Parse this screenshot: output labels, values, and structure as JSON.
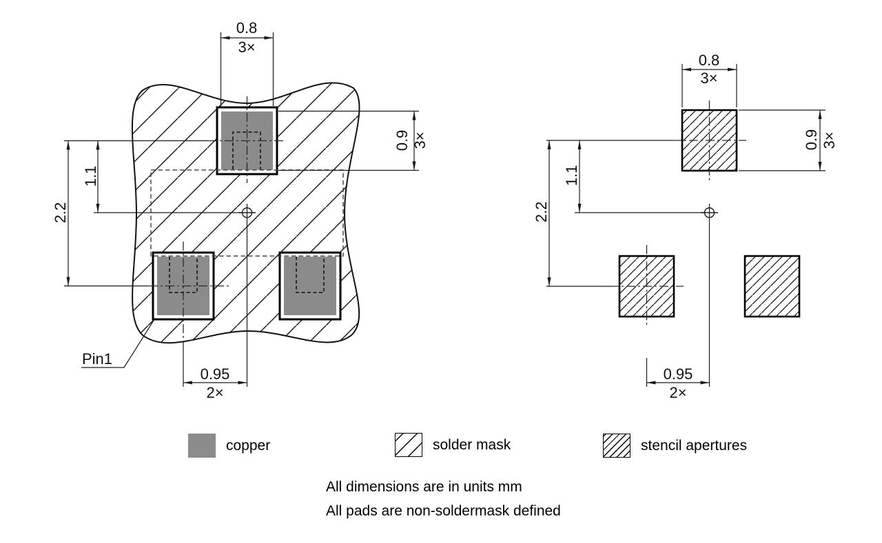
{
  "colors": {
    "copper": "#8b8b8b",
    "line": "#000000",
    "background": "#ffffff"
  },
  "land_pattern": {
    "pin1_label": "Pin1",
    "pad_width": "0.8",
    "pad_width_count": "3×",
    "pad_height": "0.9",
    "pad_height_count": "3×",
    "half_pitch": "1.1",
    "vertical_pitch": "2.2",
    "horizontal_pitch": "0.95",
    "horizontal_pitch_count": "2×"
  },
  "stencil_pattern": {
    "aperture_width": "0.8",
    "aperture_width_count": "3×",
    "aperture_height": "0.9",
    "aperture_height_count": "3×",
    "half_pitch": "1.1",
    "vertical_pitch": "2.2",
    "horizontal_pitch": "0.95",
    "horizontal_pitch_count": "2×"
  },
  "legend": {
    "copper_label": "copper",
    "solder_mask_label": "solder mask",
    "stencil_apertures_label": "stencil apertures"
  },
  "notes": {
    "units": "All dimensions are in units mm",
    "pads": "All pads are non-soldermask defined"
  }
}
